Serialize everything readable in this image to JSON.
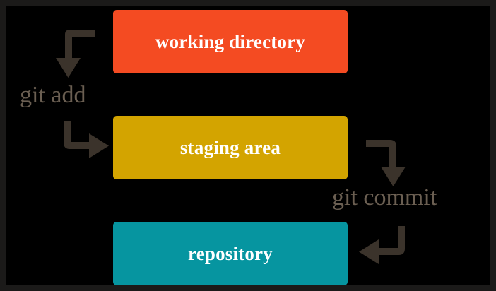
{
  "diagram": {
    "title": "git add / git commit flow",
    "background_color": "#000000",
    "frame_color": "#1b1a19",
    "arrow_color": "#3b332b",
    "command_label_color": "#6b5f52",
    "stages": [
      {
        "id": "working-directory",
        "label": "working directory",
        "color": "#f44b22",
        "text_color": "#ffffff"
      },
      {
        "id": "staging-area",
        "label": "staging area",
        "color": "#d3a400",
        "text_color": "#ffffff"
      },
      {
        "id": "repository",
        "label": "repository",
        "color": "#0695a0",
        "text_color": "#ffffff"
      }
    ],
    "commands": [
      {
        "id": "git-add",
        "label": "git add",
        "from": "working directory",
        "to": "staging area"
      },
      {
        "id": "git-commit",
        "label": "git commit",
        "from": "staging area",
        "to": "repository"
      }
    ],
    "arrows": [
      {
        "id": "arrow-into-git-add",
        "icon": "arrow-curve-down-icon",
        "direction": "down",
        "meaning": "working directory into git add"
      },
      {
        "id": "arrow-out-of-git-add",
        "icon": "arrow-curve-right-icon",
        "direction": "right",
        "meaning": "git add into staging area"
      },
      {
        "id": "arrow-into-git-commit",
        "icon": "arrow-curve-down-icon",
        "direction": "down",
        "meaning": "staging area into git commit"
      },
      {
        "id": "arrow-out-of-git-commit",
        "icon": "arrow-curve-left-icon",
        "direction": "left",
        "meaning": "git commit into repository"
      }
    ]
  }
}
